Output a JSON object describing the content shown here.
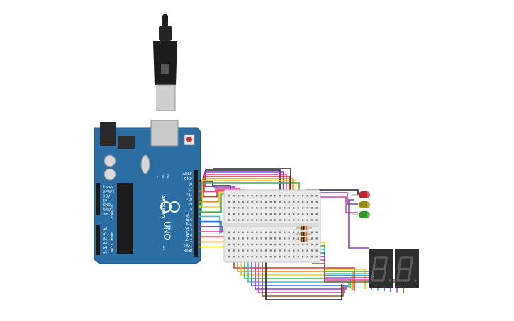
{
  "board": {
    "brand": "ARDUINO",
    "model": "UNO",
    "digital_header_label": "DIGITAL (PWM ~)",
    "power_label": "POWER",
    "analog_label": "ANALOG IN",
    "on_label": "ON",
    "tx_label": "TX",
    "rx_label": "RX",
    "l_label": "L",
    "power_pins": [
      "IOREF",
      "RESET",
      "3.3V",
      "5V",
      "GND",
      "GND",
      "Vin"
    ],
    "analog_pins": [
      "A0",
      "A1",
      "A2",
      "A3",
      "A4",
      "A5"
    ],
    "digital_pins": [
      "AREF",
      "GND",
      "13",
      "12",
      "~11",
      "~10",
      "~9",
      "8",
      "7",
      "~6",
      "~5",
      "4",
      "~3",
      "2",
      "TX▸1",
      "RX◂0"
    ]
  },
  "components": {
    "leds": [
      {
        "name": "red-led",
        "color": "#c0262c"
      },
      {
        "name": "yellow-led",
        "color": "#9a8a16"
      },
      {
        "name": "green-led",
        "color": "#2f9a2a"
      }
    ],
    "displays": [
      {
        "name": "seven-segment-display-1"
      },
      {
        "name": "seven-segment-display-2"
      }
    ]
  },
  "colors": {
    "board": "#2b6ea3",
    "wire_palette": [
      "#222222",
      "#e0302f",
      "#f28a1c",
      "#e8d21e",
      "#38b449",
      "#39c3c9",
      "#2a6fd6",
      "#8c3fd0",
      "#e43fa4",
      "#8b5a2b"
    ]
  }
}
